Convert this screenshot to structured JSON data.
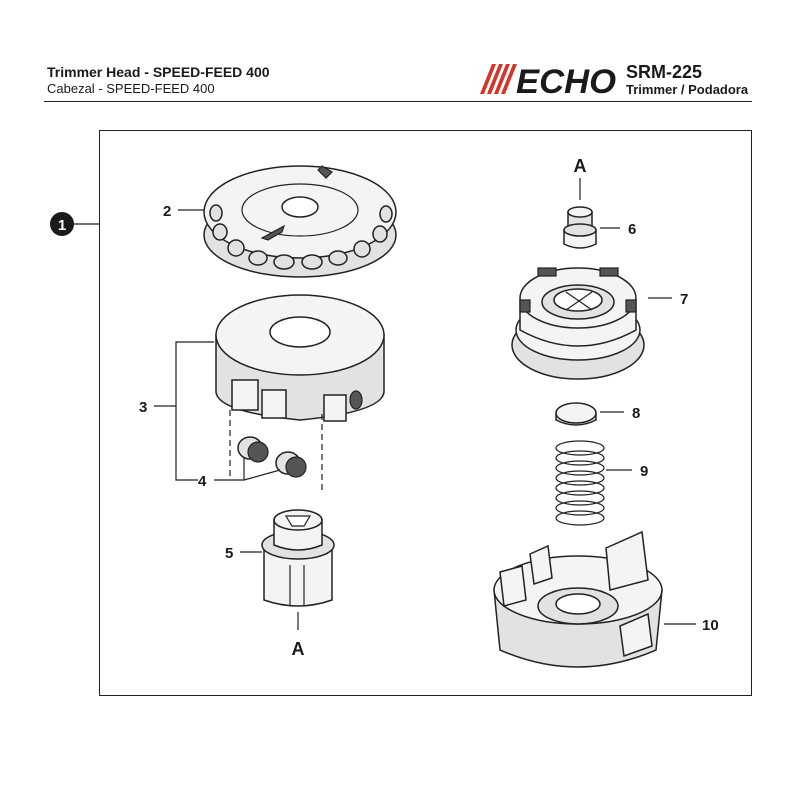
{
  "header": {
    "title": "Trimmer Head - SPEED-FEED 400",
    "subtitle": "Cabezal -  SPEED-FEED 400",
    "brand": "ECHO",
    "model": "SRM-225",
    "model_sub": "Trimmer / Podadora"
  },
  "callouts": {
    "assembly": "1",
    "p2": "2",
    "p3": "3",
    "p4": "4",
    "p5": "5",
    "p6": "6",
    "p7": "7",
    "p8": "8",
    "p9": "9",
    "p10": "10",
    "ref_top": "A",
    "ref_bottom": "A"
  },
  "colors": {
    "brand_red": "#d2352b",
    "line": "#222222"
  }
}
